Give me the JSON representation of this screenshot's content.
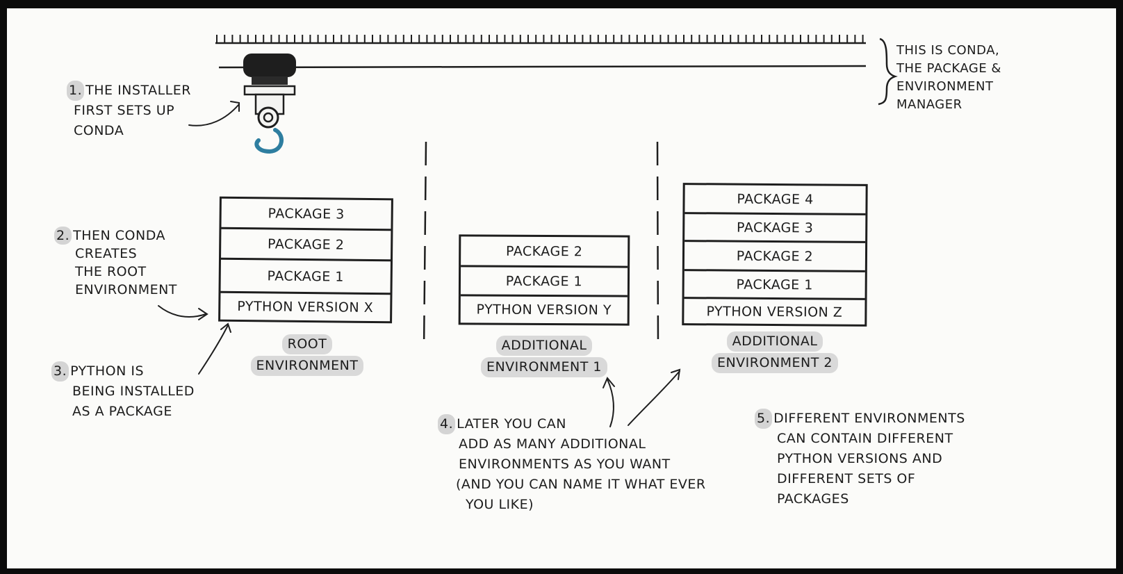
{
  "crane_caption": [
    "THIS IS CONDA,",
    "THE PACKAGE &",
    "ENVIRONMENT",
    "MANAGER"
  ],
  "step1": {
    "num": "1.",
    "lines": [
      "THE INSTALLER",
      "FIRST SETS UP",
      "CONDA"
    ]
  },
  "step2": {
    "num": "2.",
    "lines": [
      "THEN CONDA",
      "CREATES",
      "THE ROOT",
      "ENVIRONMENT"
    ]
  },
  "step3": {
    "num": "3.",
    "lines": [
      "PYTHON IS",
      "BEING INSTALLED",
      "AS A PACKAGE"
    ]
  },
  "step4": {
    "num": "4.",
    "lines": [
      "LATER YOU CAN",
      "ADD AS MANY ADDITIONAL",
      "ENVIRONMENTS AS YOU WANT",
      "(AND YOU CAN NAME IT WHAT EVER",
      "YOU LIKE)"
    ]
  },
  "step5": {
    "num": "5.",
    "lines": [
      "DIFFERENT ENVIRONMENTS",
      "CAN CONTAIN DIFFERENT",
      "PYTHON VERSIONS AND",
      "DIFFERENT SETS OF",
      "PACKAGES"
    ]
  },
  "environments": [
    {
      "name_lines": [
        "ROOT",
        "ENVIRONMENT"
      ],
      "layers": [
        "PACKAGE 3",
        "PACKAGE 2",
        "PACKAGE 1",
        "PYTHON VERSION X"
      ]
    },
    {
      "name_lines": [
        "ADDITIONAL",
        "ENVIRONMENT 1"
      ],
      "layers": [
        "PACKAGE 2",
        "PACKAGE 1",
        "PYTHON VERSION Y"
      ]
    },
    {
      "name_lines": [
        "ADDITIONAL",
        "ENVIRONMENT 2"
      ],
      "layers": [
        "PACKAGE 4",
        "PACKAGE 3",
        "PACKAGE 2",
        "PACKAGE 1",
        "PYTHON VERSION Z"
      ]
    }
  ],
  "colors": {
    "ink": "#1e1e1e",
    "hook": "#2e7ea0",
    "highlight": "#d9d9d9",
    "paper": "#fbfbf9"
  }
}
